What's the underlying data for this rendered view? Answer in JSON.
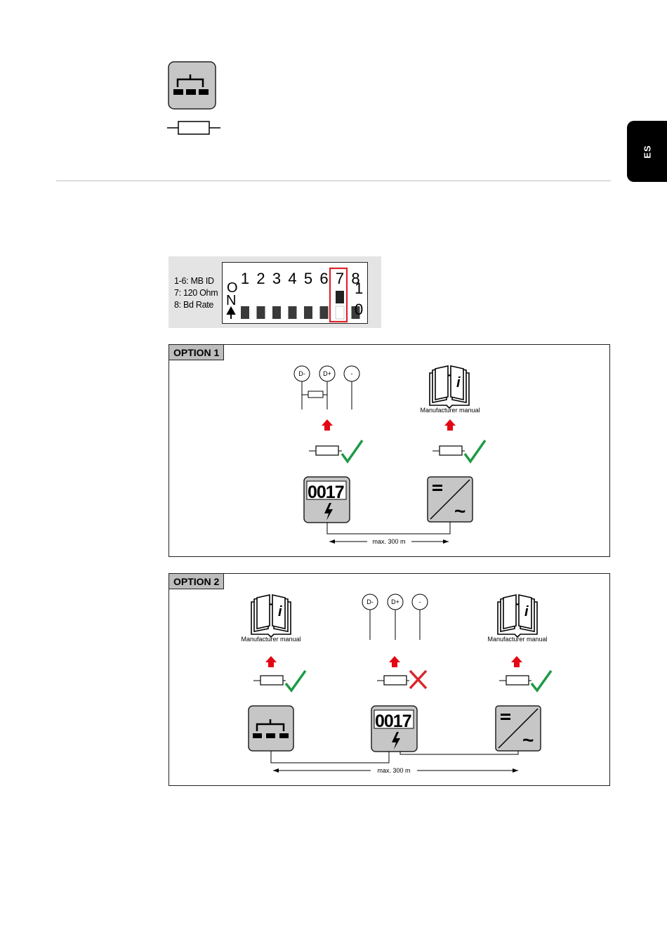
{
  "side_tab": {
    "label": "ES"
  },
  "dip": {
    "legend": [
      "1-6: MB ID",
      "7: 120 Ohm",
      "8: Bd Rate"
    ],
    "on_letters": [
      "O",
      "N"
    ],
    "numbers": [
      "1",
      "2",
      "3",
      "4",
      "5",
      "6",
      "7",
      "8"
    ],
    "scale_high": "1",
    "scale_low": "0",
    "highlight_color": "#d9262c"
  },
  "option1": {
    "label": "OPTION 1",
    "terminals": [
      "D-",
      "D+",
      "-"
    ],
    "manual_caption": "Manufacturer manual",
    "meter_digits": "0017",
    "distance": "max. 300 m"
  },
  "option2": {
    "label": "OPTION 2",
    "terminals": [
      "D-",
      "D+",
      "-"
    ],
    "manual_caption_left": "Manufacturer manual",
    "manual_caption_right": "Manufacturer manual",
    "meter_digits": "0017",
    "distance": "max. 300 m"
  },
  "colors": {
    "check": "#1e9a46",
    "cross": "#d9262c",
    "arrow": "#e30613",
    "device_fill": "#c6c6c6"
  }
}
